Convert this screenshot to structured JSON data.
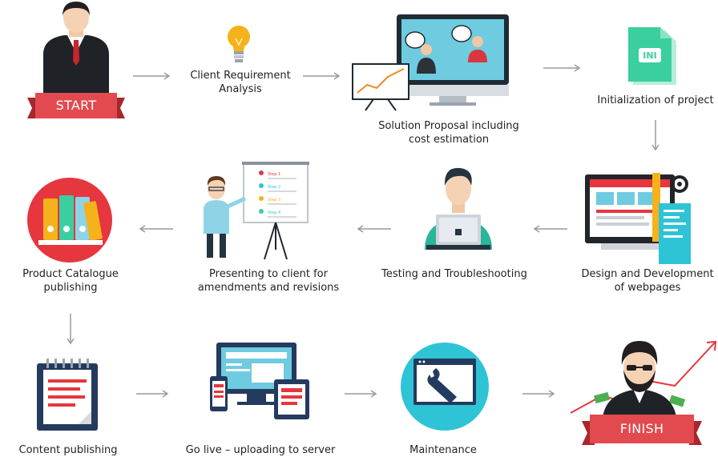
{
  "colors": {
    "arrow": "#9a9a9a",
    "banner": "#e24a4f",
    "banner_dark": "#a8272c",
    "teal": "#2ec4b6",
    "red": "#e5373d",
    "navy": "#243a5e"
  },
  "start": {
    "label": "START"
  },
  "finish": {
    "label": "FINISH"
  },
  "steps": [
    {
      "id": "client-requirement",
      "icon": "lightbulb-icon",
      "lines": [
        "Client Requirement",
        "Analysis"
      ]
    },
    {
      "id": "solution-proposal",
      "icon": "monitor-meeting-icon",
      "lines": [
        "Solution Proposal including",
        "cost estimation"
      ]
    },
    {
      "id": "initialization",
      "icon": "ini-file-icon",
      "lines": [
        "Initialization of project"
      ]
    },
    {
      "id": "design-development",
      "icon": "web-design-icon",
      "lines": [
        "Design and Development",
        "of webpages"
      ]
    },
    {
      "id": "testing",
      "icon": "developer-icon",
      "lines": [
        "Testing and Troubleshooting"
      ]
    },
    {
      "id": "presenting",
      "icon": "presenter-icon",
      "lines": [
        "Presenting to client for",
        "amendments and revisions"
      ]
    },
    {
      "id": "catalogue",
      "icon": "binders-icon",
      "lines": [
        "Product Catalogue publishing"
      ]
    },
    {
      "id": "content",
      "icon": "notepad-icon",
      "lines": [
        "Content publishing"
      ]
    },
    {
      "id": "golive",
      "icon": "devices-icon",
      "lines": [
        "Go live – uploading to server"
      ]
    },
    {
      "id": "maintenance",
      "icon": "wrench-screen-icon",
      "lines": [
        "Maintenance"
      ]
    }
  ],
  "presentation_board": {
    "items": [
      "Step 1",
      "Step 2",
      "Step 3",
      "Step 4"
    ]
  },
  "ini_file": {
    "tag": "INI"
  }
}
